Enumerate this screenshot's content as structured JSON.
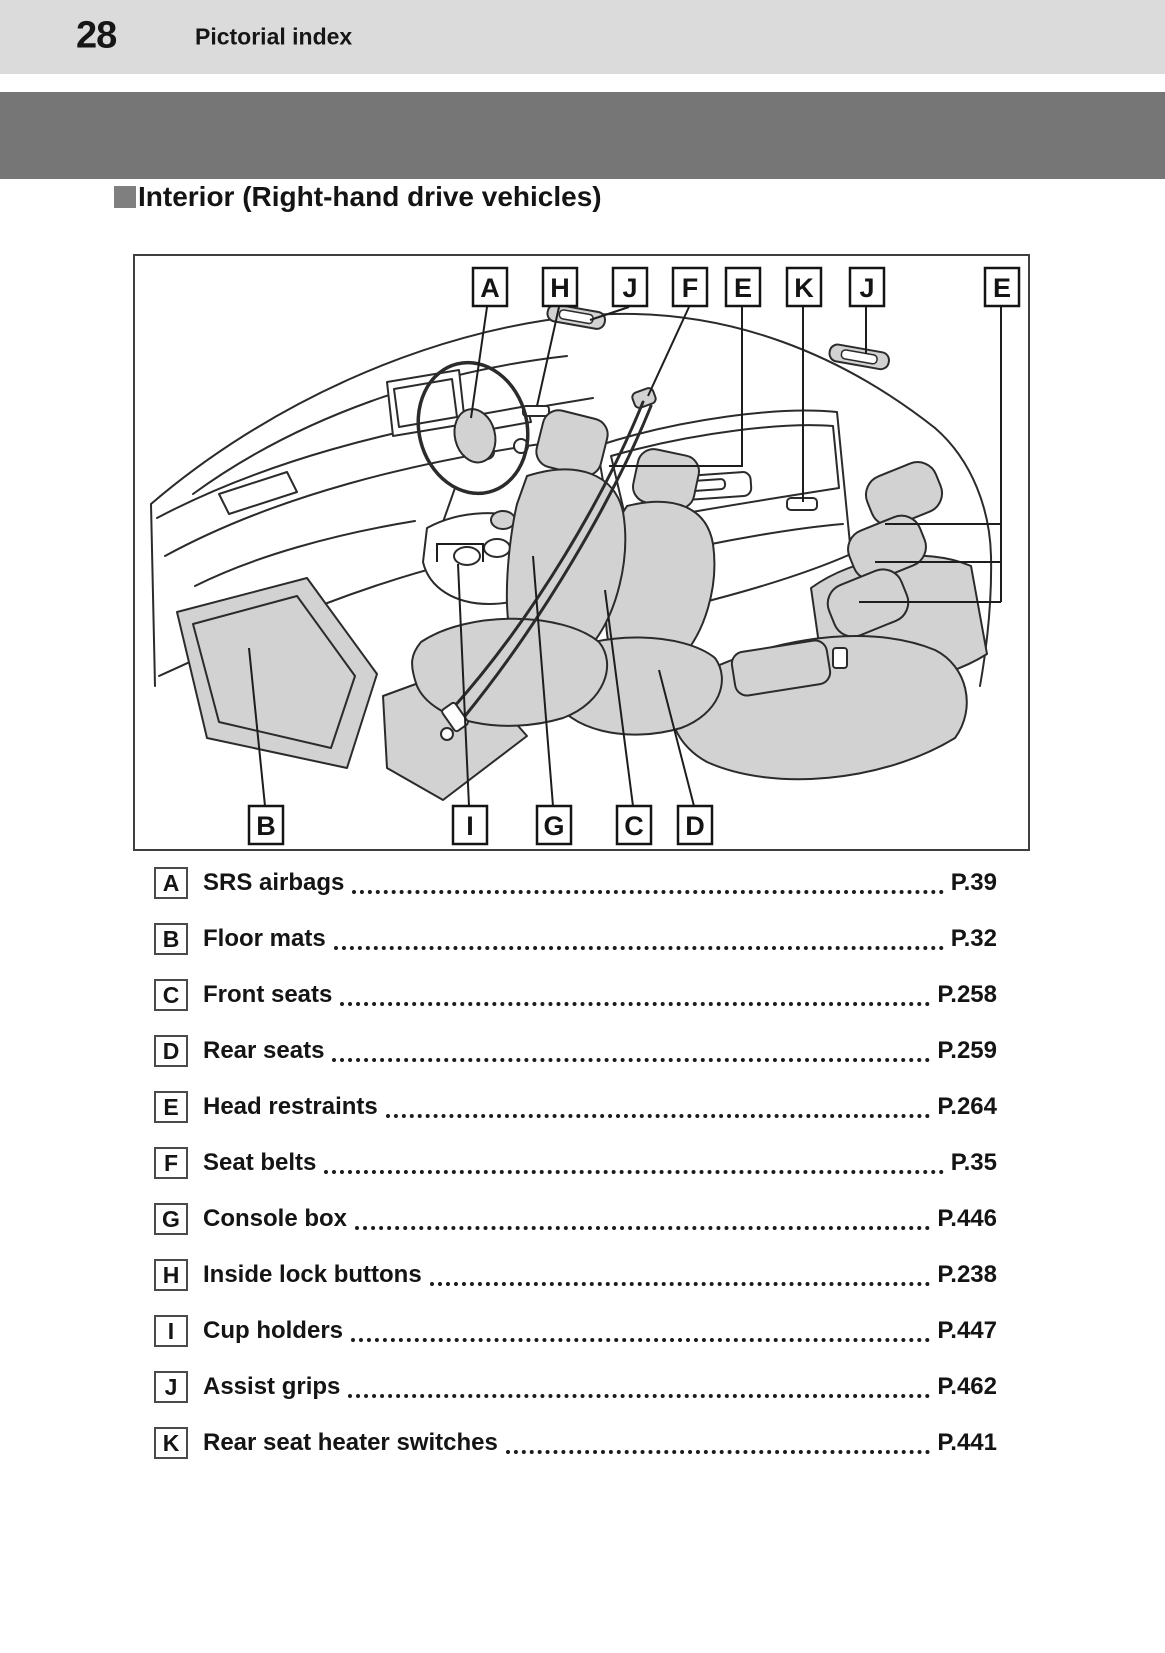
{
  "header": {
    "page_number": "28",
    "title": "Pictorial index"
  },
  "section_title": "Interior (Right-hand drive vehicles)",
  "diagram": {
    "top_callouts": [
      "A",
      "H",
      "J",
      "F",
      "E",
      "K",
      "J",
      "E"
    ],
    "bottom_callouts": [
      "B",
      "I",
      "G",
      "C",
      "D"
    ]
  },
  "index": {
    "items": [
      {
        "letter": "A",
        "label": "SRS airbags",
        "page": "P.39"
      },
      {
        "letter": "B",
        "label": "Floor mats",
        "page": "P.32"
      },
      {
        "letter": "C",
        "label": "Front seats",
        "page": "P.258"
      },
      {
        "letter": "D",
        "label": "Rear seats",
        "page": "P.259"
      },
      {
        "letter": "E",
        "label": "Head restraints",
        "page": "P.264"
      },
      {
        "letter": "F",
        "label": "Seat belts",
        "page": "P.35"
      },
      {
        "letter": "G",
        "label": "Console box",
        "page": "P.446"
      },
      {
        "letter": "H",
        "label": "Inside lock buttons",
        "page": "P.238"
      },
      {
        "letter": "I",
        "label": "Cup holders",
        "page": "P.447"
      },
      {
        "letter": "J",
        "label": "Assist grips",
        "page": "P.462"
      },
      {
        "letter": "K",
        "label": "Rear seat heater switches",
        "page": "P.441"
      }
    ]
  },
  "colors": {
    "header_bg": "#dbdbdb",
    "chapter_banner": "#767676",
    "section_bullet": "#7f7f7f",
    "seat_fill": "#d2d2d2",
    "line": "#2b2b2b"
  }
}
